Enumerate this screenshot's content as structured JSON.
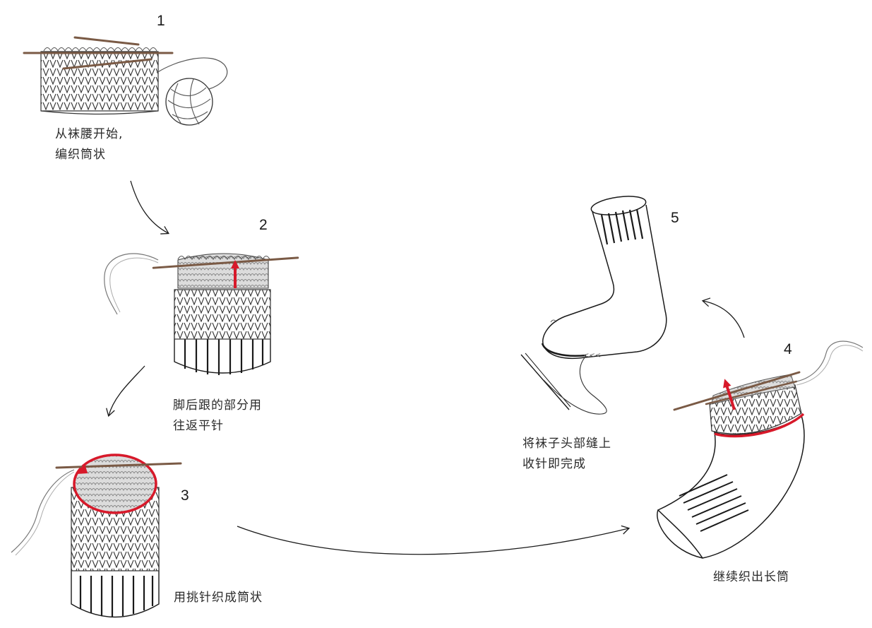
{
  "steps": [
    {
      "number": "1",
      "caption_lines": [
        "从袜腰开始,",
        "编织筒状"
      ]
    },
    {
      "number": "2",
      "caption_lines": [
        "脚后跟的部分用",
        "往返平针"
      ]
    },
    {
      "number": "3",
      "caption_lines": [
        "用挑针织成筒状"
      ]
    },
    {
      "number": "4",
      "caption_lines": [
        "继续织出长筒"
      ]
    },
    {
      "number": "5",
      "caption_lines": [
        "将袜子头部缝上",
        "收针即完成"
      ]
    }
  ],
  "colors": {
    "needle": "#7a5a45",
    "highlight": "#d7192a",
    "ink": "#1a1a1a",
    "yarn_fill": "#d0d0d0"
  }
}
